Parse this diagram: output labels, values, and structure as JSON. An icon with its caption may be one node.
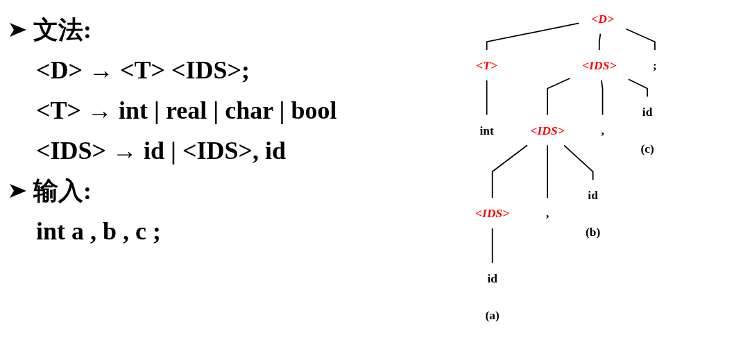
{
  "diagram": {
    "nodes": [
      {
        "text": [
          "<D>"
        ]
      },
      {
        "text": [
          "<T>"
        ]
      },
      {
        "text": [
          "<IDS>"
        ]
      },
      {
        "text": [
          ";"
        ]
      },
      {
        "text": [
          "int"
        ]
      },
      {
        "text": [
          "<IDS>"
        ]
      },
      {
        "text": [
          ","
        ]
      },
      {
        "text": [
          "id"
        ],
        "beside": [
          "(c)"
        ]
      },
      {
        "text": [
          "<IDS>"
        ]
      },
      {
        "text": [
          ","
        ]
      },
      {
        "text": [
          "id"
        ],
        "beside": [
          "(b)"
        ]
      },
      {
        "text": [
          "id"
        ],
        "beside": [
          "(a)"
        ]
      }
    ],
    "edges": [
      {
        "from": 0,
        "to": 1,
        "arrow": "none"
      },
      {
        "from": 0,
        "to": 2,
        "arrow": "none"
      },
      {
        "from": 0,
        "to": 3,
        "arrow": "none"
      },
      {
        "from": 1,
        "to": 4,
        "arrow": "none"
      },
      {
        "from": 2,
        "to": 5,
        "arrow": "none"
      },
      {
        "from": 2,
        "to": 6,
        "arrow": "none"
      },
      {
        "from": 2,
        "to": 7,
        "arrow": "none"
      },
      {
        "from": 5,
        "to": 8,
        "arrow": "none"
      },
      {
        "from": 5,
        "to": 9,
        "arrow": "none"
      },
      {
        "from": 5,
        "to": 10,
        "arrow": "none"
      },
      {
        "from": 8,
        "to": 11,
        "arrow": "none"
      }
    ],
    "labels": [
      "文法:",
      "<D> → <T> <IDS>;",
      "<T> → int | real | char | bool",
      "<IDS> → id | <IDS>, id",
      "输入:",
      "int a , b , c ;"
    ]
  }
}
